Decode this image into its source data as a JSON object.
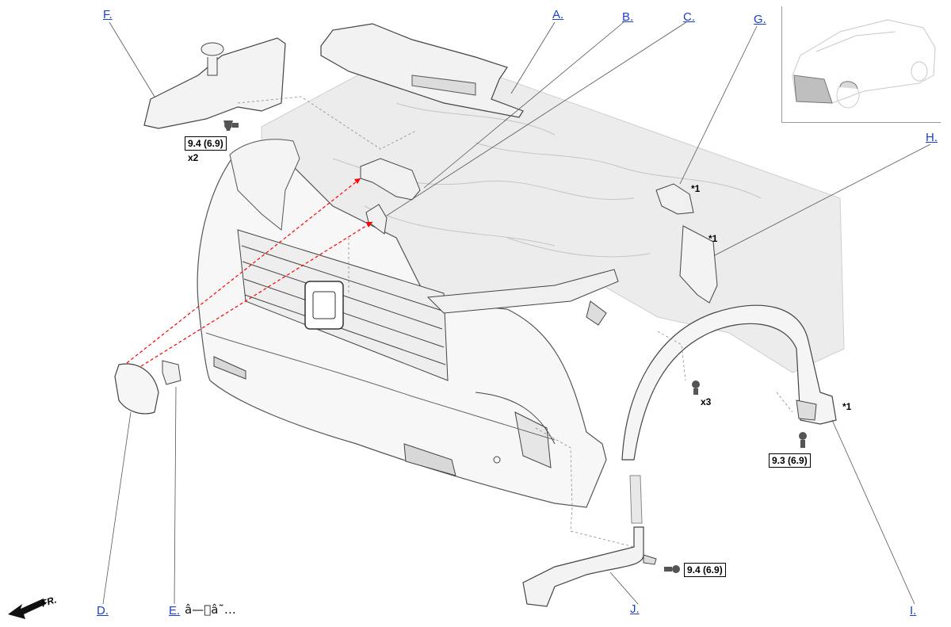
{
  "callouts": {
    "A": "A.",
    "B": "B.",
    "C": "C.",
    "D": "D.",
    "E": "E.",
    "F": "F.",
    "G": "G.",
    "H": "H.",
    "I": "I.",
    "J": "J."
  },
  "e_suffix": "â—\u0000â˜…",
  "torque_specs": {
    "f_bolt": "9.4 (6.9)",
    "i_bolt": "9.3 (6.9)",
    "j_bolt": "9.4 (6.9)"
  },
  "quantities": {
    "f_bolt": "x2",
    "fender_clips": "x3"
  },
  "notes": {
    "g": "*1",
    "h": "*1",
    "i": "*1"
  },
  "direction_label": "FR.",
  "colors": {
    "link": "#1a3fd0",
    "guide_line": "#ff0000",
    "body_fill": "#e8e8e8",
    "outline": "#555555"
  }
}
